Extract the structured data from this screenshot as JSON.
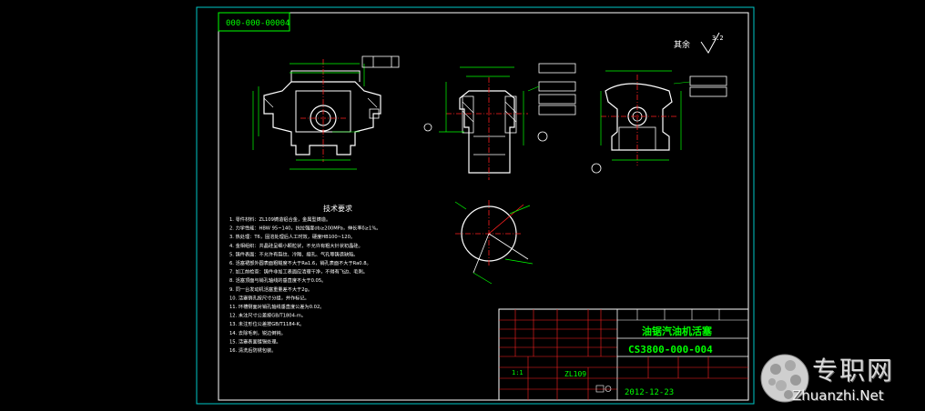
{
  "drawing": {
    "top_tag": "000-000-00004",
    "roughness_symbol": "3.2",
    "roughness_note": "其余"
  },
  "tech_requirements": {
    "title": "技术要求",
    "items": [
      "1. 零件材料：ZL109铸造铝合金，金属型铸造。",
      "2. 力学性能：HBW 95~140，抗拉强度σb≥200MPa，伸长率δ≥1%。",
      "3. 热处理：T6，固溶处理后人工时效，硬度HB100~120。",
      "4. 金相组织：共晶硅呈细小颗粒状，不允许有粗大针状初晶硅。",
      "5. 铸件表面：不允许有裂纹、冷隔、缩孔、气孔等铸造缺陷。",
      "6. 活塞裙部外圆表面粗糙度不大于Ra1.6，销孔表面不大于Ra0.8。",
      "7. 加工前检查：铸件非加工表面应清理干净，不得有飞边、毛刺。",
      "8. 活塞顶面与销孔轴线的垂直度不大于0.05。",
      "9. 同一台发动机活塞重量差不大于2g。",
      "10. 活塞销孔按尺寸分组，并作标记。",
      "11. 环槽侧面对销孔轴线垂直度公差为0.02。",
      "12. 未注尺寸公差按GB/T1804-m。",
      "13. 未注形位公差按GB/T1184-K。",
      "14. 去除毛刺，锐边倒钝。",
      "15. 活塞表面镀锡处理。",
      "16. 清洗后防锈包装。"
    ]
  },
  "title_block": {
    "name": "油锯汽油机活塞",
    "drawing_number": "CS3800-000-004",
    "date": "2012-12-23",
    "scale": "1:1",
    "material": "ZL109"
  },
  "watermark": {
    "cn": "专职网",
    "url": "Zhuanzhi.Net"
  },
  "colors": {
    "background": "#000000",
    "frame": "#ffffff",
    "outline": "#ffffff",
    "dimension": "#00ff00",
    "centerline": "#ff2020",
    "title_block_lines": "#ff2020",
    "text": "#00ff00",
    "cyan_border": "#00c8c8"
  }
}
